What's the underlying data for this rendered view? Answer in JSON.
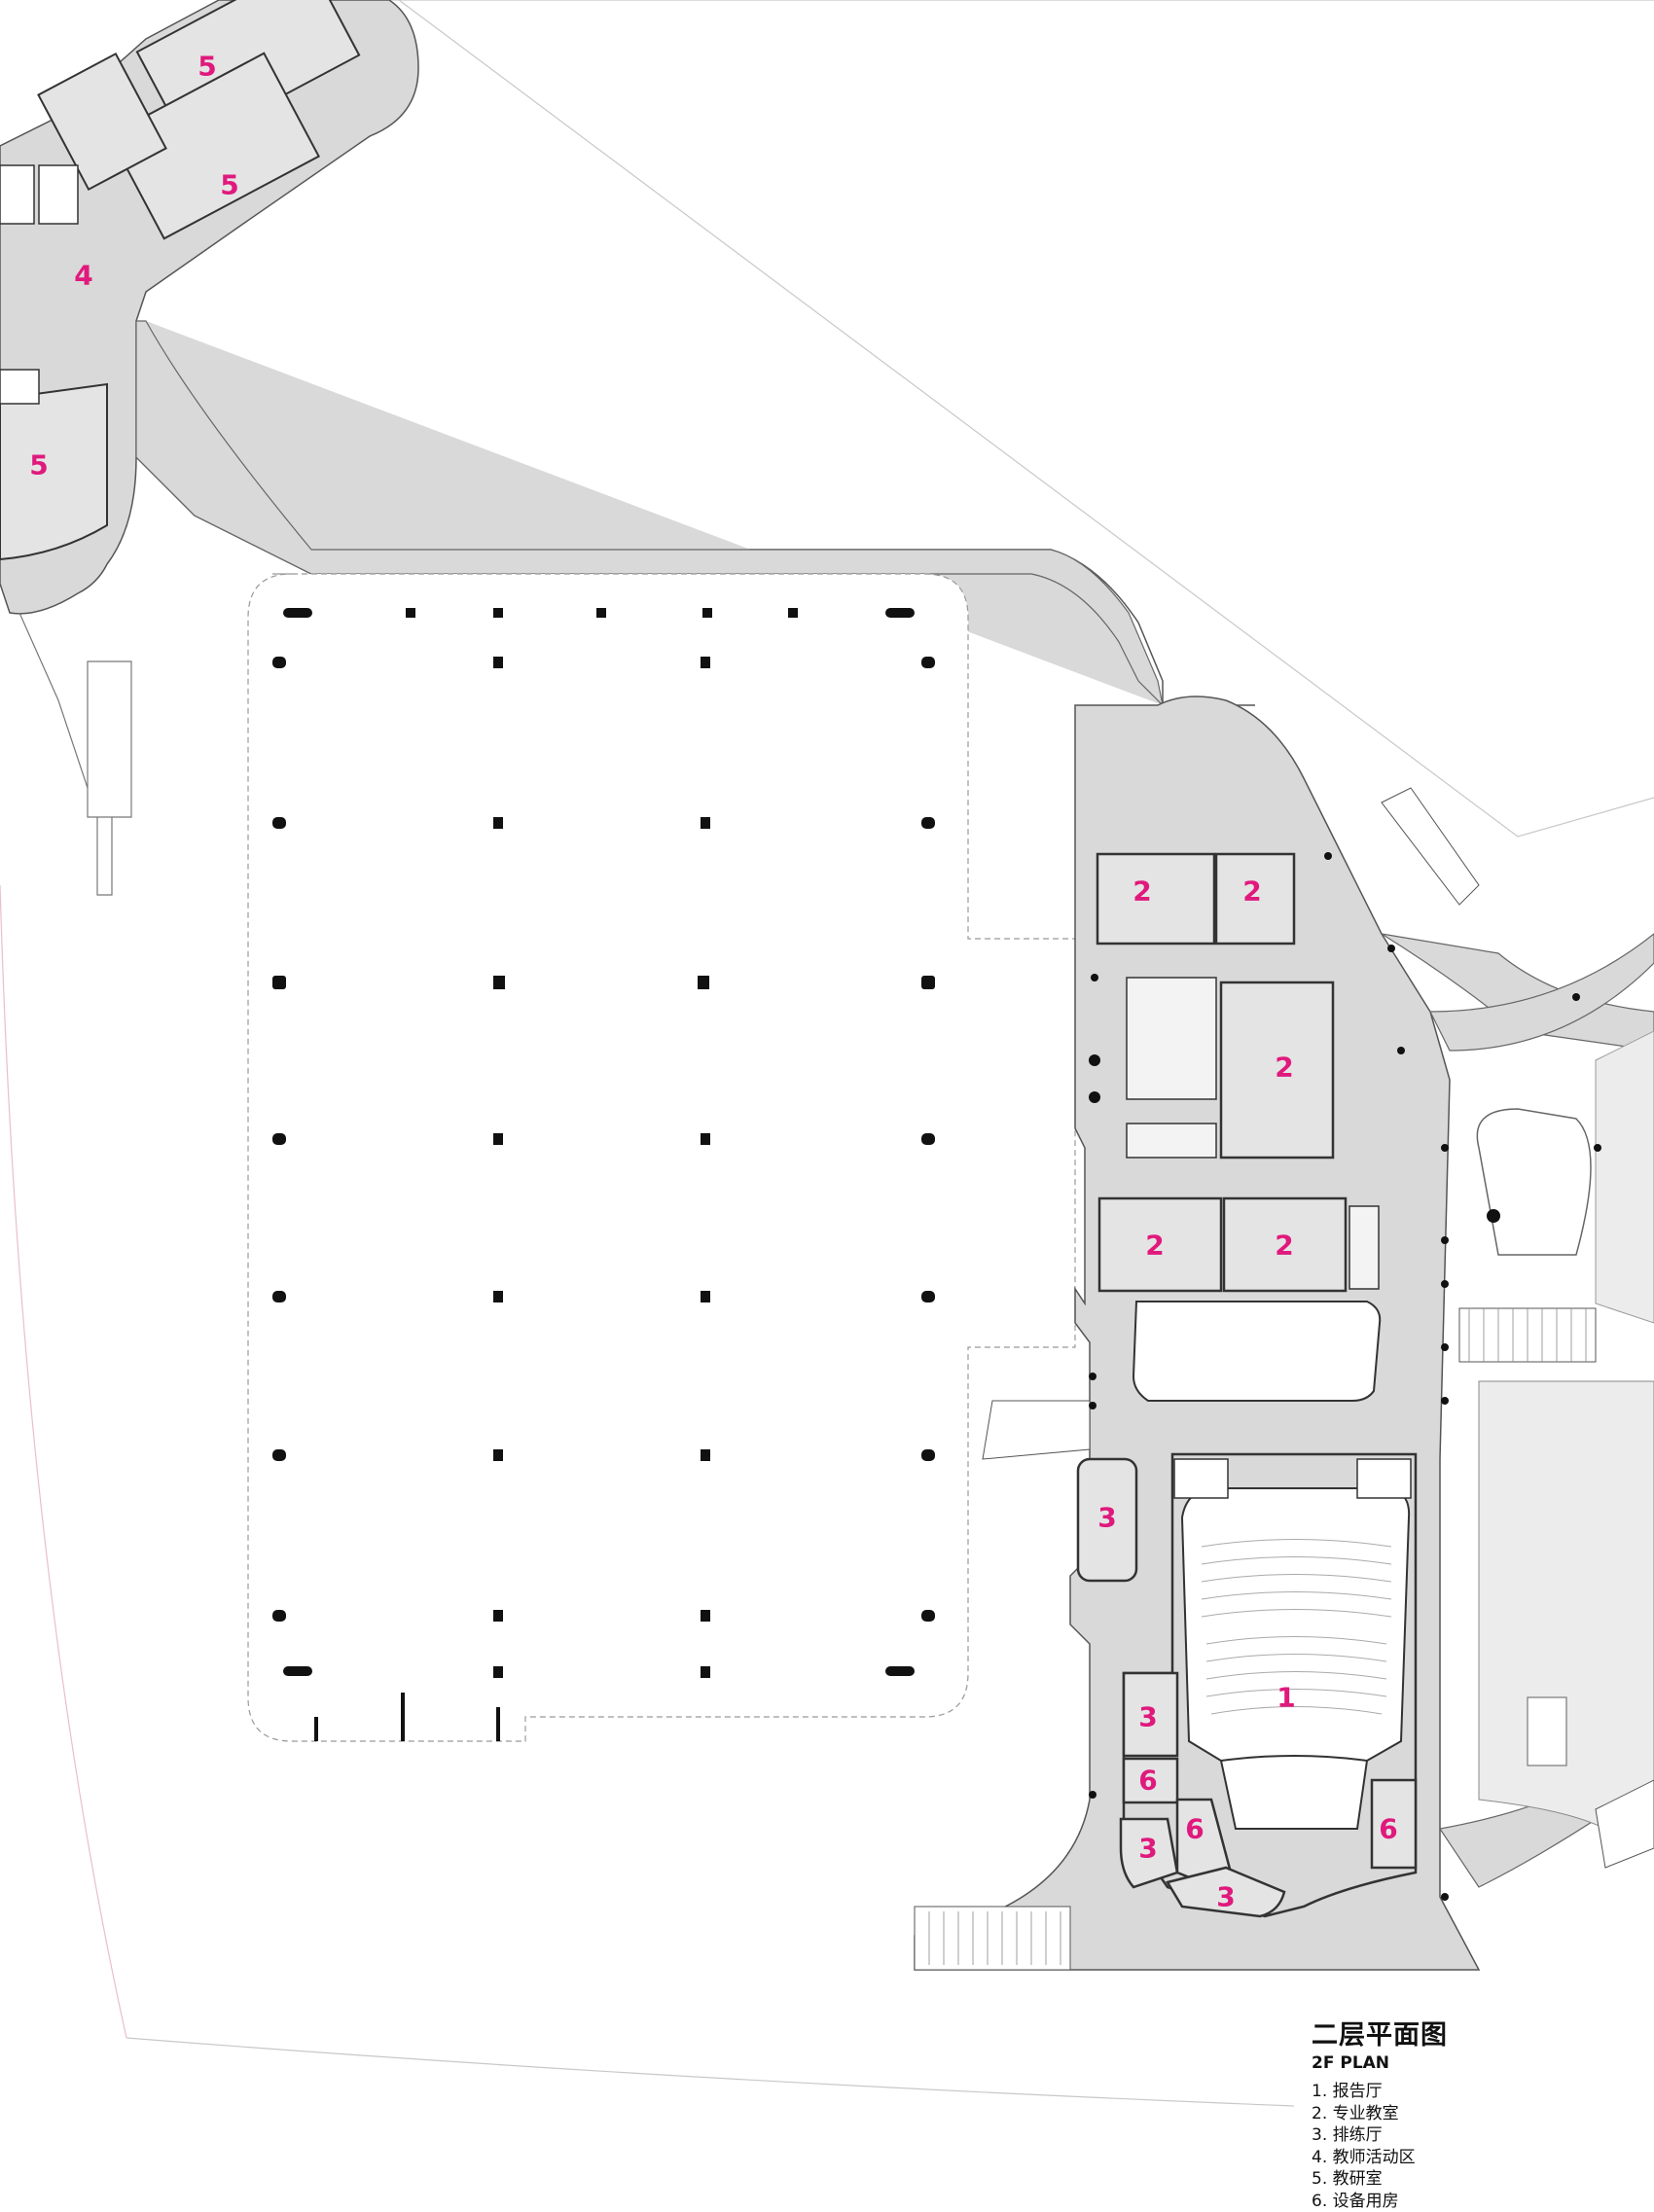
{
  "legend": {
    "title": "二层平面图",
    "subtitle": "2F PLAN",
    "items": [
      "1. 报告厅",
      "2. 专业教室",
      "3. 排练厅",
      "4. 教师活动区",
      "5. 教研室",
      "6. 设备用房"
    ]
  },
  "room_labels": {
    "auditorium": "1",
    "classroom": "2",
    "rehearsal_hall": "3",
    "teacher_area": "4",
    "research_office": "5",
    "equipment_room": "6"
  },
  "colors": {
    "label": "#e0197d",
    "floor_fill": "#d9d9d9",
    "room_fill": "#e4e4e4",
    "wall": "#333333",
    "column": "#111111"
  }
}
